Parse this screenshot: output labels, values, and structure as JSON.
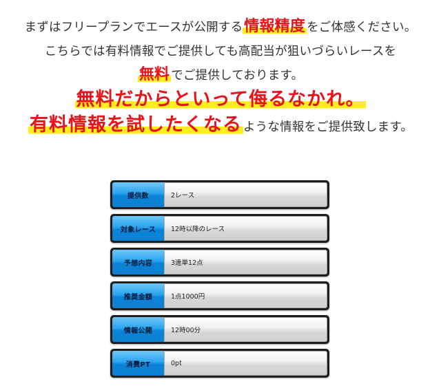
{
  "intro": {
    "line1": {
      "before": "まずはフリープランでエースが公開する",
      "highlight": "情報精度",
      "after": "をご体感ください。"
    },
    "line2": "こちらでは有料情報でご提供しても高配当が狙いづらいレースを",
    "line3": {
      "highlight": "無料",
      "after": "でご提供しております。"
    },
    "line4": "無料だからといって侮るなかれ。",
    "line5": {
      "highlight": "有料情報を試したくなる",
      "after": "ような情報をご提供致します。"
    }
  },
  "info_rows": [
    {
      "label": "提供数",
      "value": "2レース"
    },
    {
      "label": "対象レース",
      "value": "12時以降のレース"
    },
    {
      "label": "予想内容",
      "value": "3連単12点"
    },
    {
      "label": "推奨金額",
      "value": "1点1000円"
    },
    {
      "label": "情報公開",
      "value": "12時00分"
    },
    {
      "label": "消費PT",
      "value": "0pt"
    }
  ],
  "colors": {
    "highlight_text": "#e5141b",
    "highlight_marker": "#ffed1f",
    "label_blue": "#29a3ee",
    "body_text": "#333333"
  }
}
